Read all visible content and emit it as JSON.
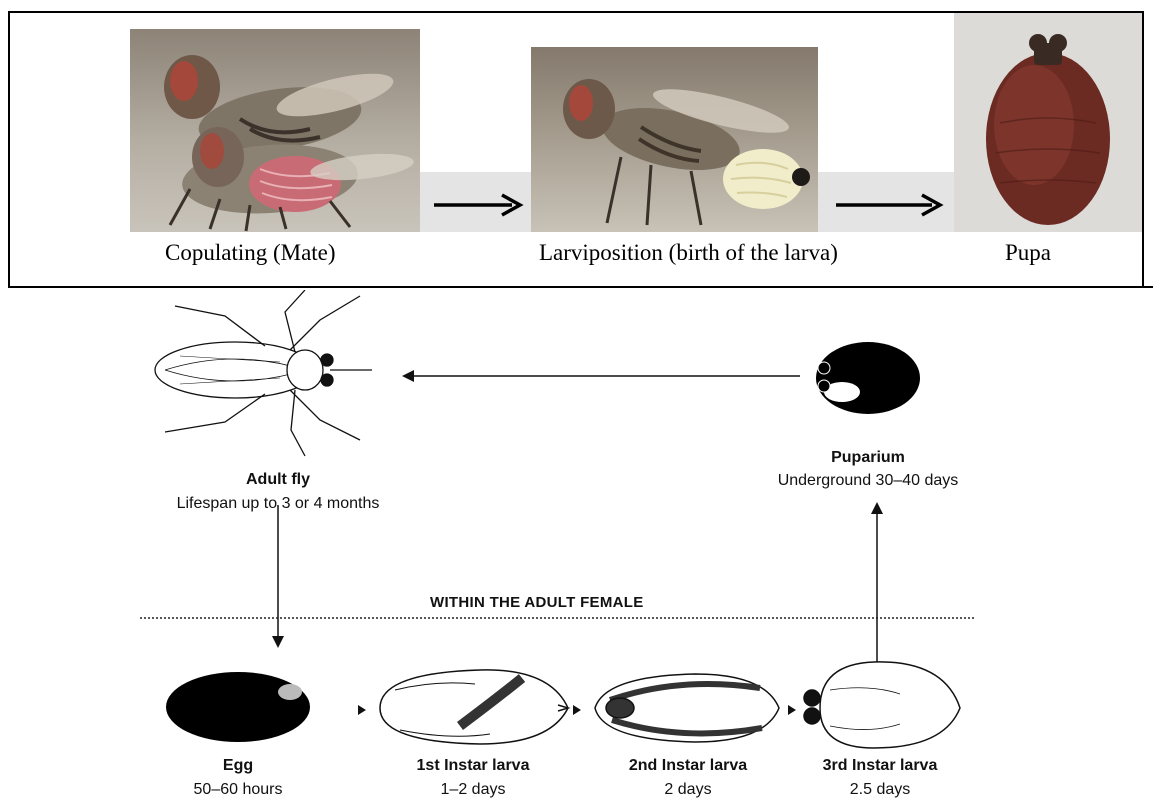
{
  "photo_row": {
    "captions": {
      "copulating": "Copulating (Mate)",
      "larviposition": "Larviposition (birth of the larva)",
      "pupa": "Pupa"
    }
  },
  "life_cycle": {
    "section_label": "WITHIN THE ADULT FEMALE",
    "stages": {
      "adult": {
        "name": "Adult fly",
        "detail": "Lifespan up to 3 or 4 months"
      },
      "puparium": {
        "name": "Puparium",
        "detail": "Underground 30–40 days"
      },
      "egg": {
        "name": "Egg",
        "detail": "50–60 hours"
      },
      "instar1": {
        "name": "1st Instar larva",
        "detail": "1–2 days"
      },
      "instar2": {
        "name": "2nd Instar larva",
        "detail": "2 days"
      },
      "instar3": {
        "name": "3rd Instar larva",
        "detail": "2.5 days"
      }
    }
  },
  "colors": {
    "photo_background": "#a9a297",
    "strip": "#e4e4e4",
    "pupa_photo": "#6b2a22",
    "larva": "#f1ecc9"
  }
}
